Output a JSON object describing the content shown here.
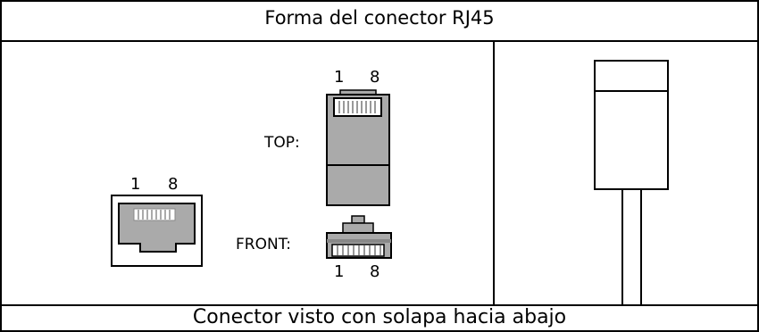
{
  "table": {
    "title": "Forma del conector RJ45",
    "caption": "Conector visto con solapa hacia abajo"
  },
  "jack": {
    "pin_first": "1",
    "pin_last": "8"
  },
  "plug_top": {
    "label": "TOP:",
    "pin_first": "1",
    "pin_last": "8"
  },
  "plug_front": {
    "label": "FRONT:",
    "pin_first": "1",
    "pin_last": "8"
  },
  "colors": {
    "border": "#000000",
    "connector_gray": "#aaaaaa",
    "background": "#ffffff"
  }
}
